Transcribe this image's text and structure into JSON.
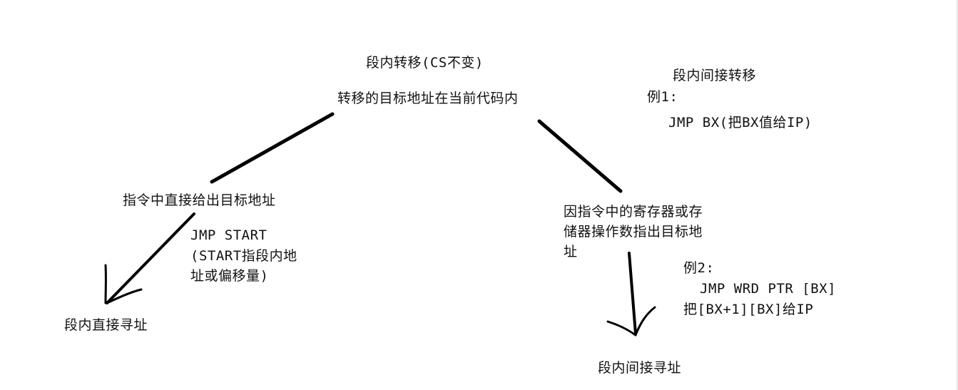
{
  "root": {
    "title": "段内转移(CS不变)",
    "description": "转移的目标地址在当前代码内"
  },
  "direct_branch": {
    "condition": "指令中直接给出目标地址",
    "example": {
      "code": "JMP START",
      "note": "(START指段内地\n址或偏移量)"
    },
    "result": "段内直接寻址"
  },
  "indirect_branch": {
    "condition": "因指令中的寄存器或存\n储器操作数指出目标地\n址",
    "example": {
      "label": "例2:",
      "code": "JMP WRD PTR [BX]",
      "note": "把[BX+1][BX]给IP"
    },
    "result": "段内间接寻址"
  },
  "indirect_transfer_note": {
    "title": "段内间接转移",
    "label": "例1:",
    "code": "JMP BX(把BX值给IP)"
  },
  "colors": {
    "ink": "#000000",
    "background": "#ffffff"
  }
}
